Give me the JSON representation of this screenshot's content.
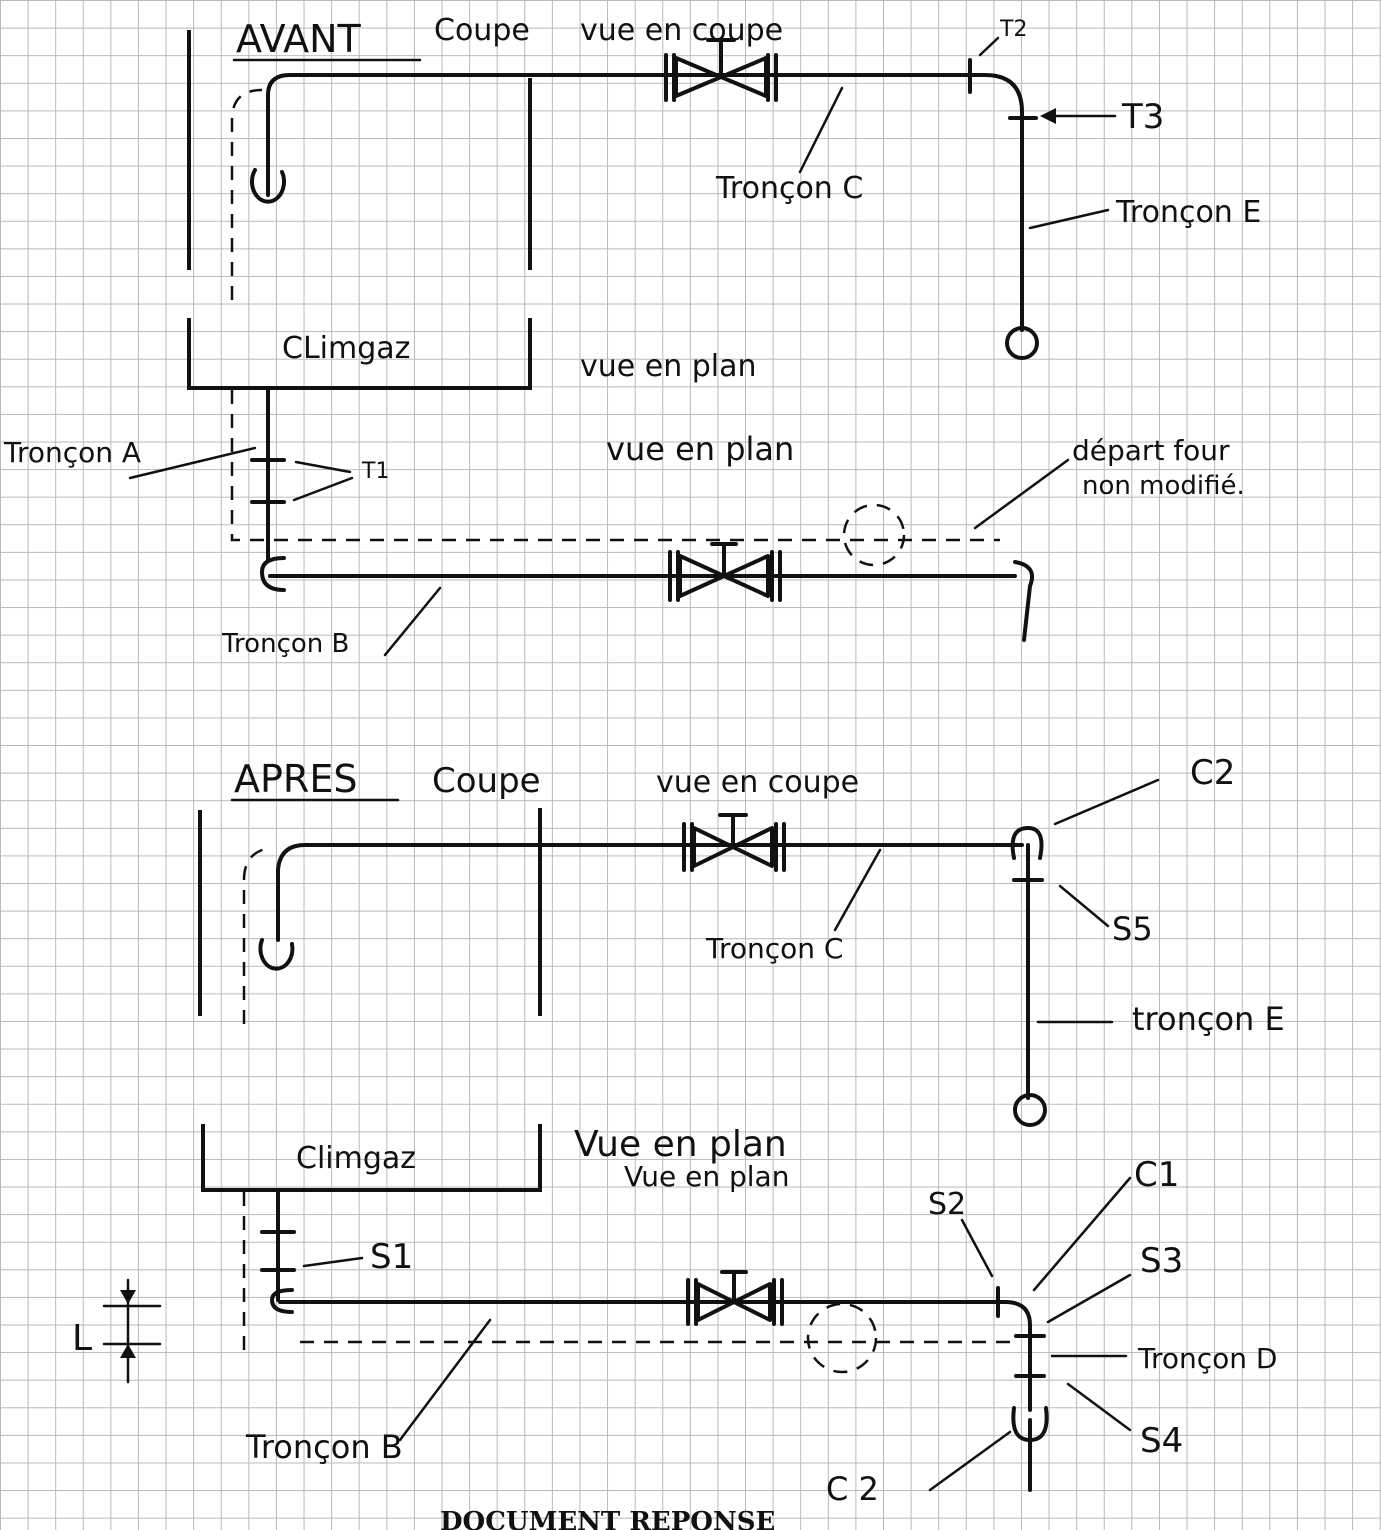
{
  "top": {
    "title": "AVANT",
    "subtitle_coupe": "Coupe",
    "subtitle_vue_coupe": "vue en coupe",
    "label_T2": "T2",
    "label_T3": "T3",
    "label_troncon_C": "Tronçon C",
    "label_troncon_E": "Tronçon E",
    "unit_label": "CLimgaz",
    "vue_en_plan_1": "vue en plan",
    "label_troncon_A": "Tronçon A",
    "label_T1": "T1",
    "vue_en_plan_2": "vue en plan",
    "depart_line1": "départ four",
    "depart_line2": "non modifié.",
    "label_troncon_B": "Tronçon B"
  },
  "bottom": {
    "title": "APRES",
    "subtitle_coupe": "Coupe",
    "subtitle_vue_coupe": "vue en coupe",
    "label_C2_top": "C2",
    "label_S5": "S5",
    "label_troncon_C": "Tronçon C",
    "label_troncon_E": "tronçon E",
    "unit_label": "Climgaz",
    "vue_en_plan_1": "Vue en plan",
    "vue_en_plan_2": "Vue en plan",
    "label_C1": "C1",
    "label_S2": "S2",
    "label_S3": "S3",
    "label_S1": "S1",
    "label_L": "L",
    "label_troncon_D": "Tronçon D",
    "label_S4": "S4",
    "label_troncon_B": "Tronçon B",
    "label_C2_bottom": "C 2"
  },
  "footer": "DOCUMENT REPONSE"
}
